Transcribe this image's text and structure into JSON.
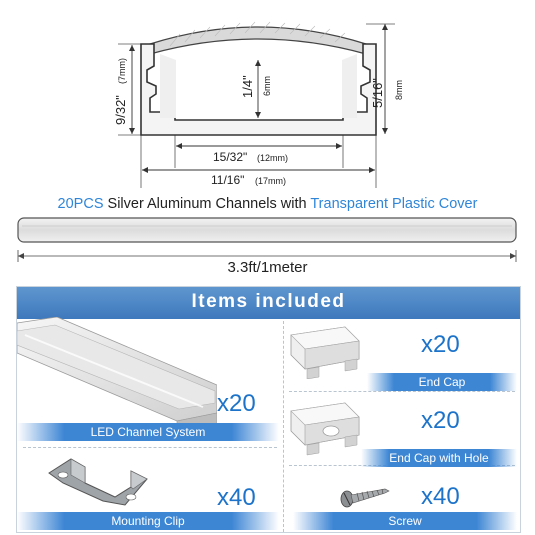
{
  "diagram": {
    "height_outer": "9/32\"",
    "height_outer_mm": "(7mm)",
    "inner_depth": "1/4\"",
    "inner_depth_mm": "6mm",
    "total_height": "5/16\"",
    "total_height_mm": "8mm",
    "inner_width": "15/32\"",
    "inner_width_mm": "(12mm)",
    "outer_width": "11/16\"",
    "outer_width_mm": "(17mm)"
  },
  "headline": {
    "count": "20PCS",
    "middle": " Silver Aluminum Channels with ",
    "cover": "Transparent Plastic Cover"
  },
  "length_label": "3.3ft/1meter",
  "items_panel": {
    "title": "Items included",
    "items": [
      {
        "label": "LED Channel System",
        "quantity": "x20",
        "icon": "aluminum-channel-icon"
      },
      {
        "label": "End Cap",
        "quantity": "x20",
        "icon": "end-cap-icon"
      },
      {
        "label": "End Cap with Hole",
        "quantity": "x20",
        "icon": "end-cap-hole-icon"
      },
      {
        "label": "Mounting Clip",
        "quantity": "x40",
        "icon": "mounting-clip-icon"
      },
      {
        "label": "Screw",
        "quantity": "x40",
        "icon": "screw-icon"
      }
    ]
  },
  "colors": {
    "accent_blue": "#2f86d8",
    "header_blue": "#4a82c3",
    "ribbon_blue": "#3d86d4"
  }
}
